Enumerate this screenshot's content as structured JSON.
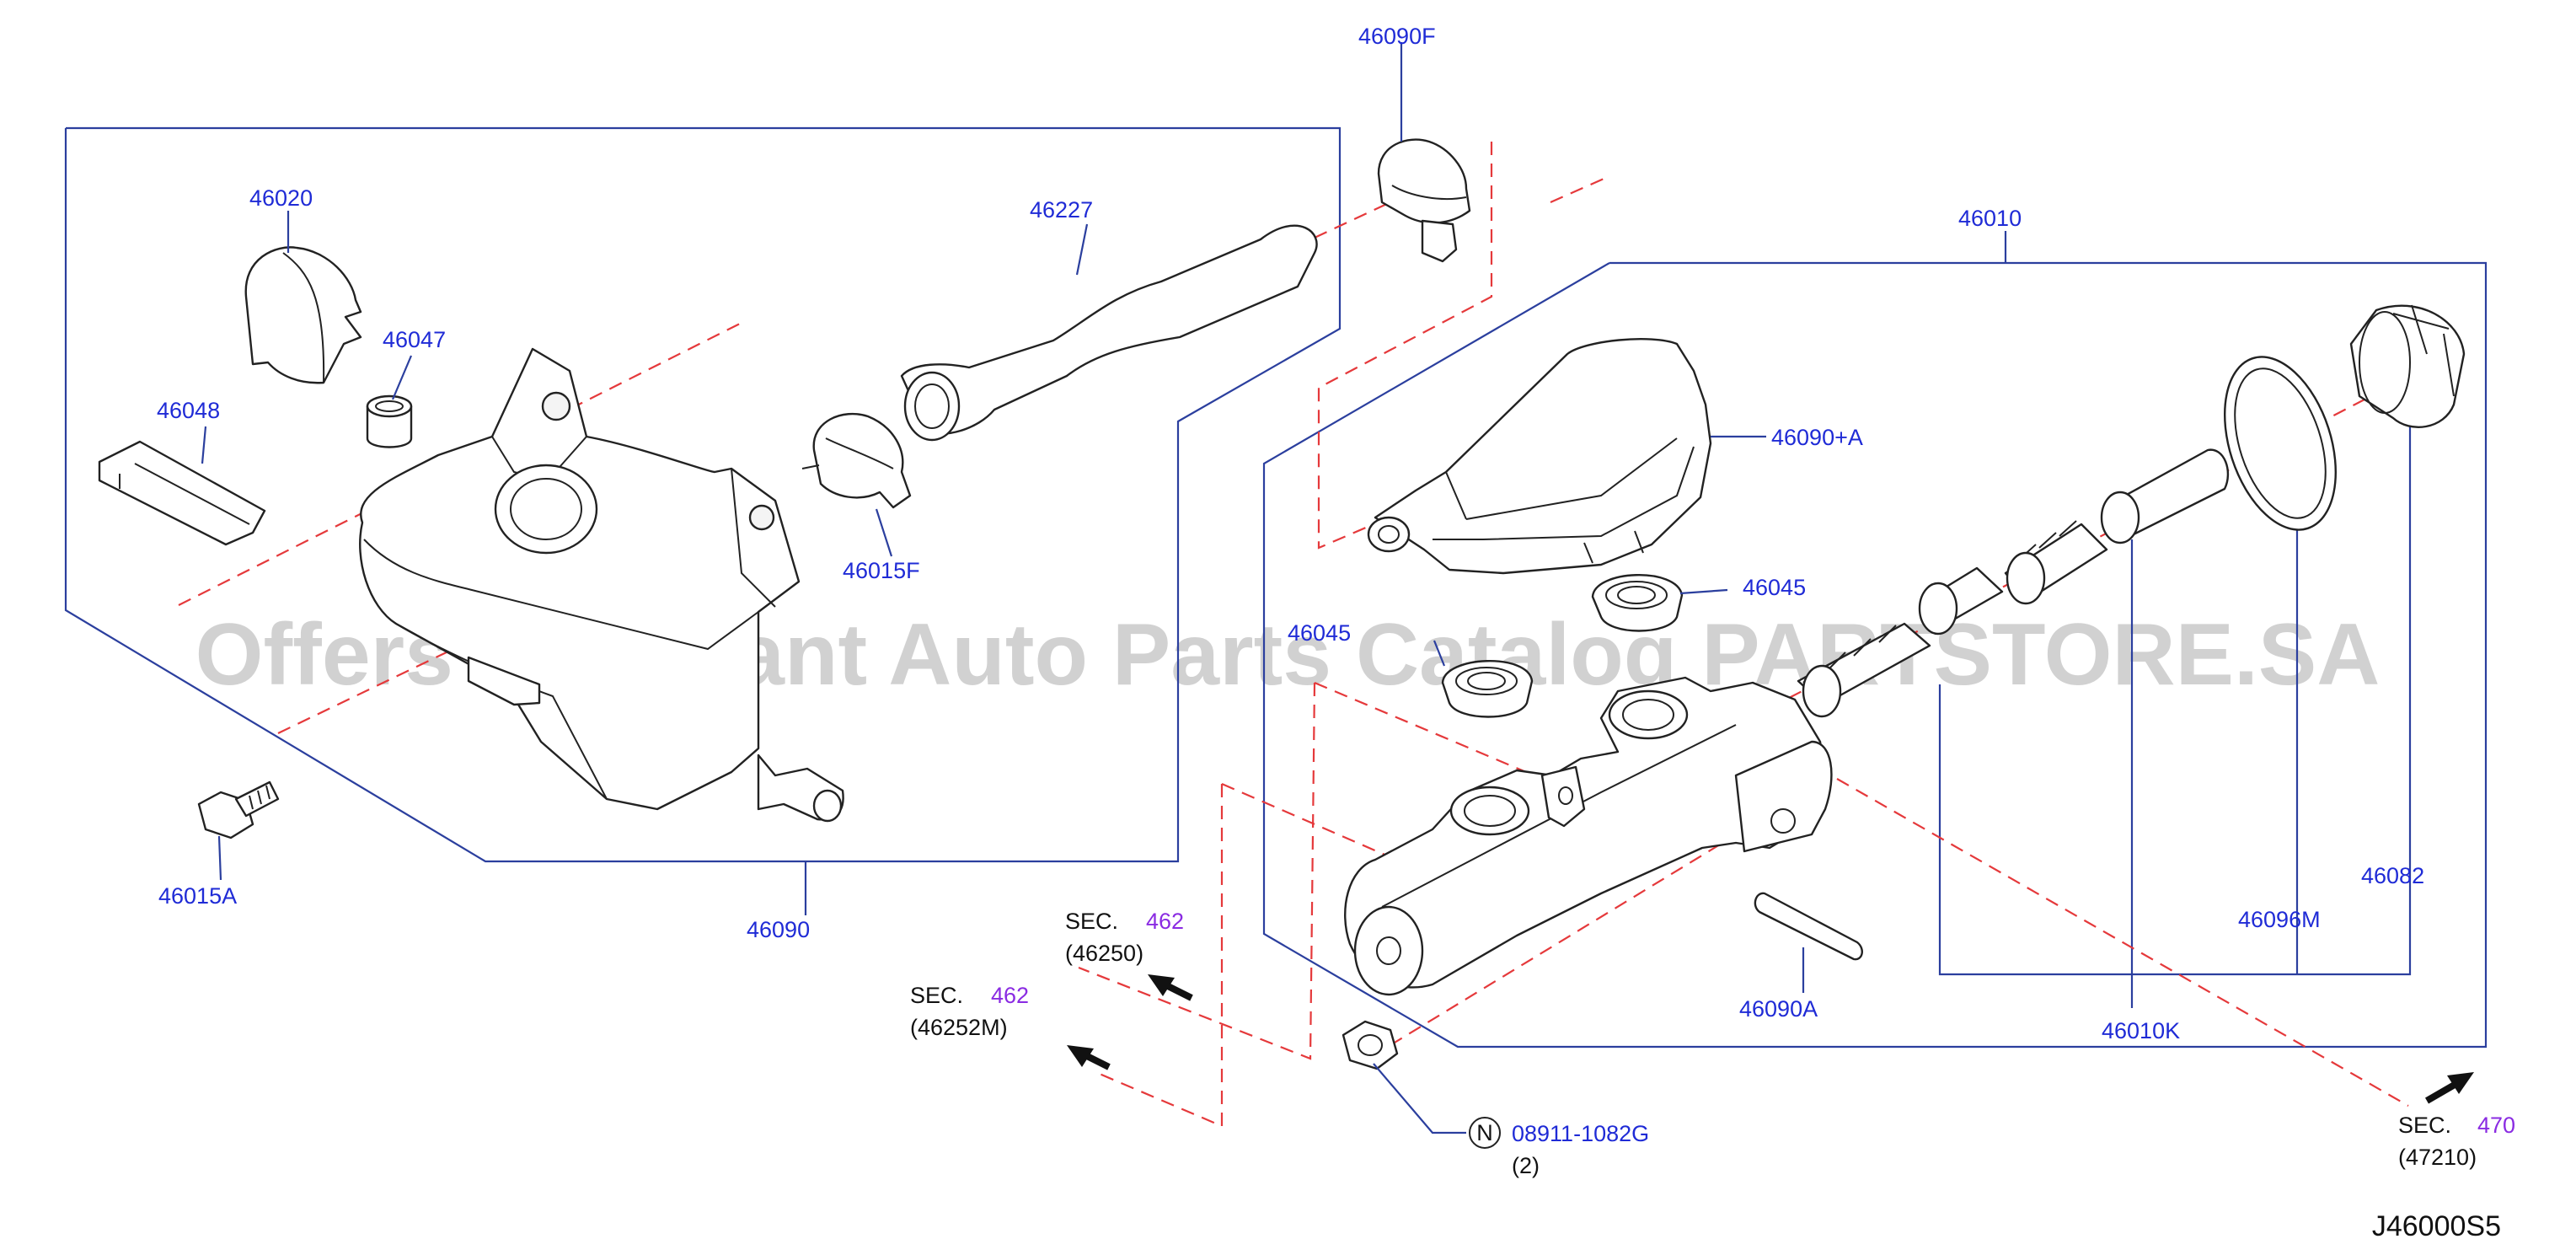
{
  "diagram_code": "J46000S5",
  "watermark": "Offers Merchant Auto Parts Catalog PARTSTORE.SA",
  "parts": {
    "p46090F": "46090F",
    "p46020": "46020",
    "p46227": "46227",
    "p46010": "46010",
    "p46047": "46047",
    "p46048": "46048",
    "p46015F": "46015F",
    "p46090A_plus": "46090+A",
    "p46045_a": "46045",
    "p46045_b": "46045",
    "p46015A": "46015A",
    "p46090": "46090",
    "p46090A": "46090A",
    "p46096M": "46096M",
    "p46082": "46082",
    "p46010K": "46010K"
  },
  "nut": {
    "symbol": "N",
    "part": "08911-1082G",
    "qty": "(2)"
  },
  "sections": [
    {
      "sec": "SEC.",
      "num": "462",
      "ref": "(46250)"
    },
    {
      "sec": "SEC.",
      "num": "462",
      "ref": "(46252M)"
    },
    {
      "sec": "SEC.",
      "num": "470",
      "ref": "(47210)"
    }
  ]
}
